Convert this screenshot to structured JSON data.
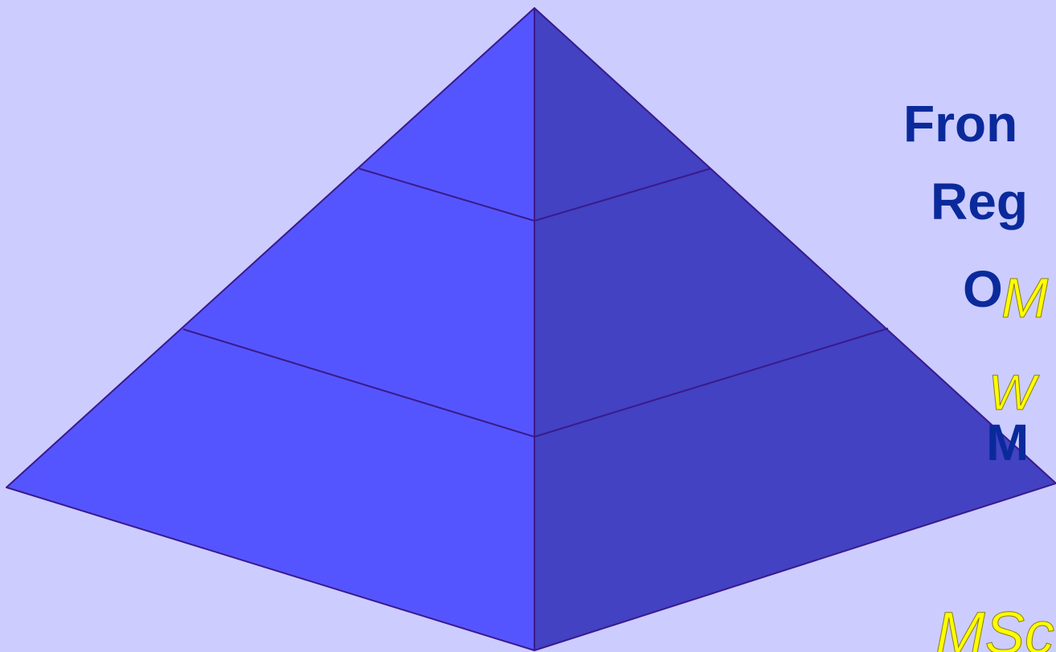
{
  "colors": {
    "background": "#ccccff",
    "left_face": "#5555ff",
    "right_face": "#4242c2",
    "edge": "#3a1a8c",
    "label_text": "#0a2a9c",
    "annotation_text": "#ffff00"
  },
  "labels": {
    "line1": "Fron",
    "line2": "Reg",
    "line3": "O",
    "line4": "M"
  },
  "annotations": {
    "a1": "M",
    "a2": "W",
    "a3": "MSc"
  }
}
